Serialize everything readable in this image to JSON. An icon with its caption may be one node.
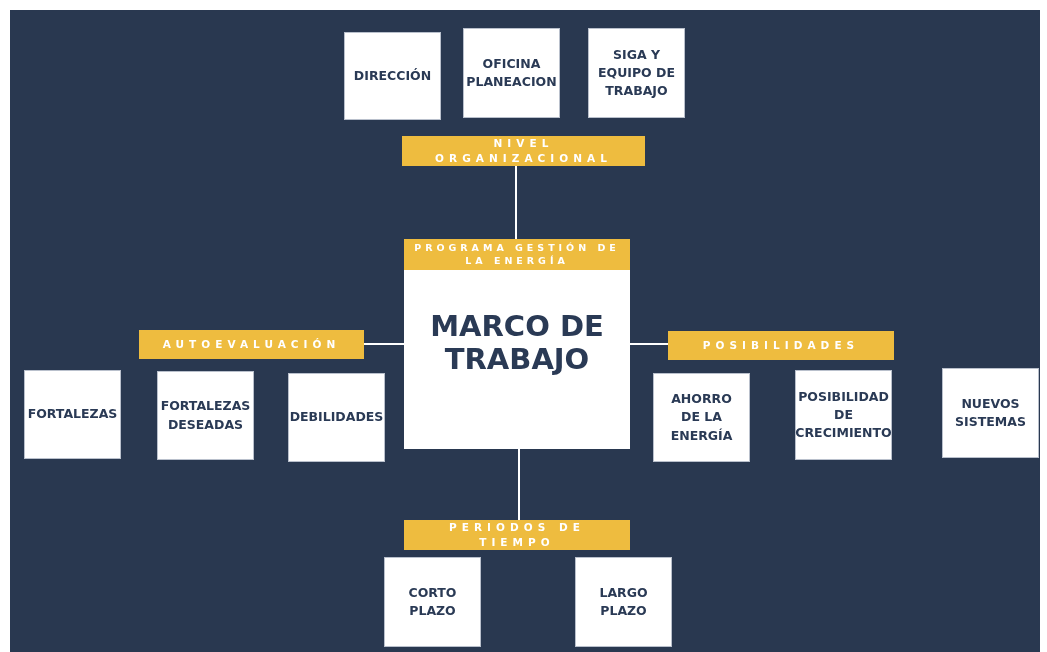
{
  "diagram": {
    "nodes": [
      {
        "text": [
          "DIRECCIÓN"
        ]
      },
      {
        "text": [
          "OFICINA PLANEACION"
        ]
      },
      {
        "text": [
          "SIGA Y EQUIPO DE TRABAJO"
        ]
      },
      {
        "text": [
          "NIVEL ORGANIZACIONAL"
        ]
      },
      {
        "text": [
          "PROGRAMA GESTIÓN DE LA ENERGÍA",
          "MARCO DE TRABAJO"
        ]
      },
      {
        "text": [
          "AUTOEVALUACIÓN"
        ]
      },
      {
        "text": [
          "FORTALEZAS"
        ]
      },
      {
        "text": [
          "FORTALEZAS DESEADAS"
        ]
      },
      {
        "text": [
          "DEBILIDADES"
        ]
      },
      {
        "text": [
          "POSIBILIDADES"
        ]
      },
      {
        "text": [
          "AHORRO DE LA ENERGÍA"
        ]
      },
      {
        "text": [
          "POSIBILIDAD DE CRECIMIENTO"
        ]
      },
      {
        "text": [
          "NUEVOS SISTEMAS"
        ]
      },
      {
        "text": [
          "PERIODOS DE TIEMPO"
        ]
      },
      {
        "text": [
          "CORTO PLAZO"
        ]
      },
      {
        "text": [
          "LARGO PLAZO"
        ]
      }
    ],
    "edges": [
      {
        "from": 4,
        "to": 3,
        "arrow": "none"
      },
      {
        "from": 4,
        "to": 5,
        "arrow": "none"
      },
      {
        "from": 4,
        "to": 9,
        "arrow": "none"
      },
      {
        "from": 4,
        "to": 13,
        "arrow": "none"
      }
    ]
  }
}
